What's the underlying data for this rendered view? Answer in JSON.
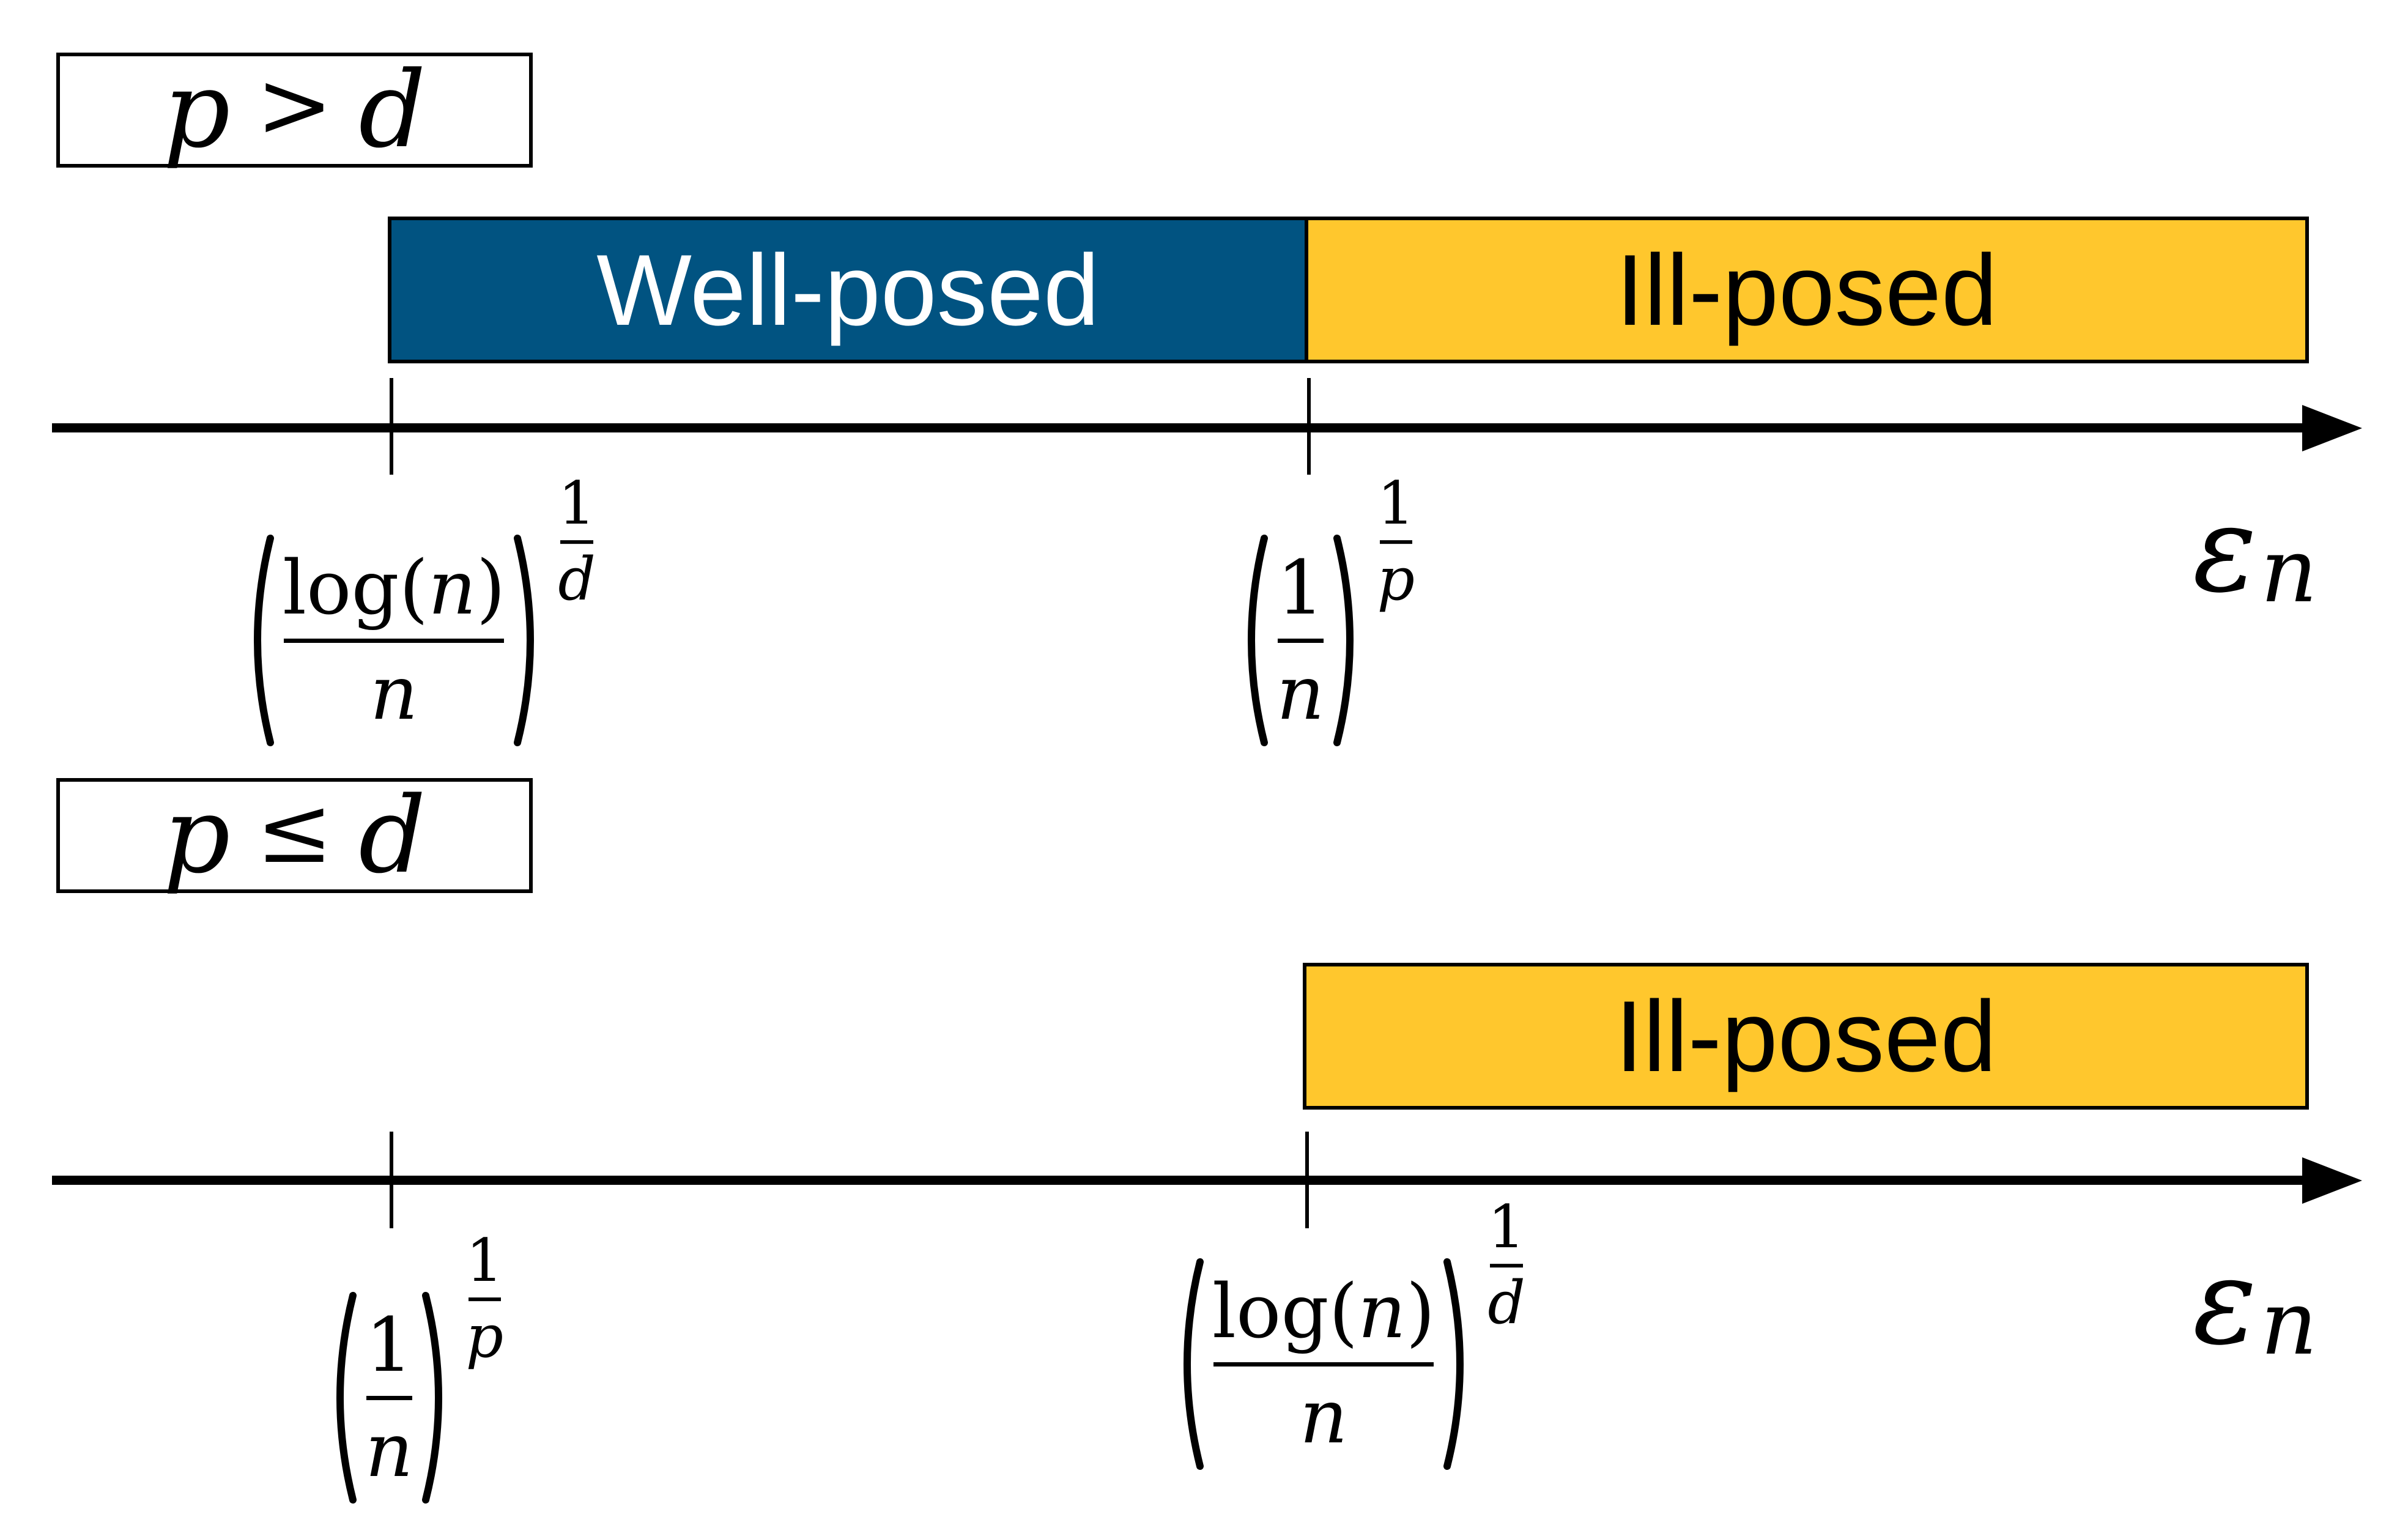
{
  "colors": {
    "well_posed_fill": "#015381",
    "ill_posed_fill": "#FFC72D",
    "ink": "#000000",
    "background": "#FFFFFF"
  },
  "diagram": {
    "type": "number-line-regimes",
    "sections": [
      {
        "condition_plain": "p > d",
        "axis_plain": "epsilon_n",
        "regions_plain": [
          "Well-posed from (log(n)/n)^(1/d) to (1/n)^(1/p)",
          "Ill-posed beyond (1/n)^(1/p)"
        ]
      },
      {
        "condition_plain": "p <= d",
        "axis_plain": "epsilon_n",
        "regions_plain": [
          "Ill-posed beyond (log(n)/n)^(1/d)"
        ]
      }
    ]
  },
  "sections": [
    {
      "condition": {
        "lhs": "p",
        "op": ">",
        "rhs": "d"
      },
      "bars": [
        {
          "label": "Well-posed",
          "fill": "#015381",
          "text_color": "#FFFFFF"
        },
        {
          "label": "Ill-posed",
          "fill": "#FFC72D",
          "text_color": "#000000"
        }
      ],
      "ticks": [
        {
          "num_prefix": "log(",
          "num_var": "n",
          "num_suffix": ")",
          "den_var": "n",
          "exp_num": "1",
          "exp_den": "d"
        },
        {
          "num_prefix": "1",
          "num_var": "",
          "num_suffix": "",
          "den_var": "n",
          "exp_num": "1",
          "exp_den": "p"
        }
      ],
      "axis_label": {
        "base": "ε",
        "sub": "n"
      }
    },
    {
      "condition": {
        "lhs": "p",
        "op": "≤",
        "rhs": "d"
      },
      "bars": [
        {
          "label": "Ill-posed",
          "fill": "#FFC72D",
          "text_color": "#000000"
        }
      ],
      "ticks": [
        {
          "num_prefix": "1",
          "num_var": "",
          "num_suffix": "",
          "den_var": "n",
          "exp_num": "1",
          "exp_den": "p"
        },
        {
          "num_prefix": "log(",
          "num_var": "n",
          "num_suffix": ")",
          "den_var": "n",
          "exp_num": "1",
          "exp_den": "d"
        }
      ],
      "axis_label": {
        "base": "ε",
        "sub": "n"
      }
    }
  ]
}
